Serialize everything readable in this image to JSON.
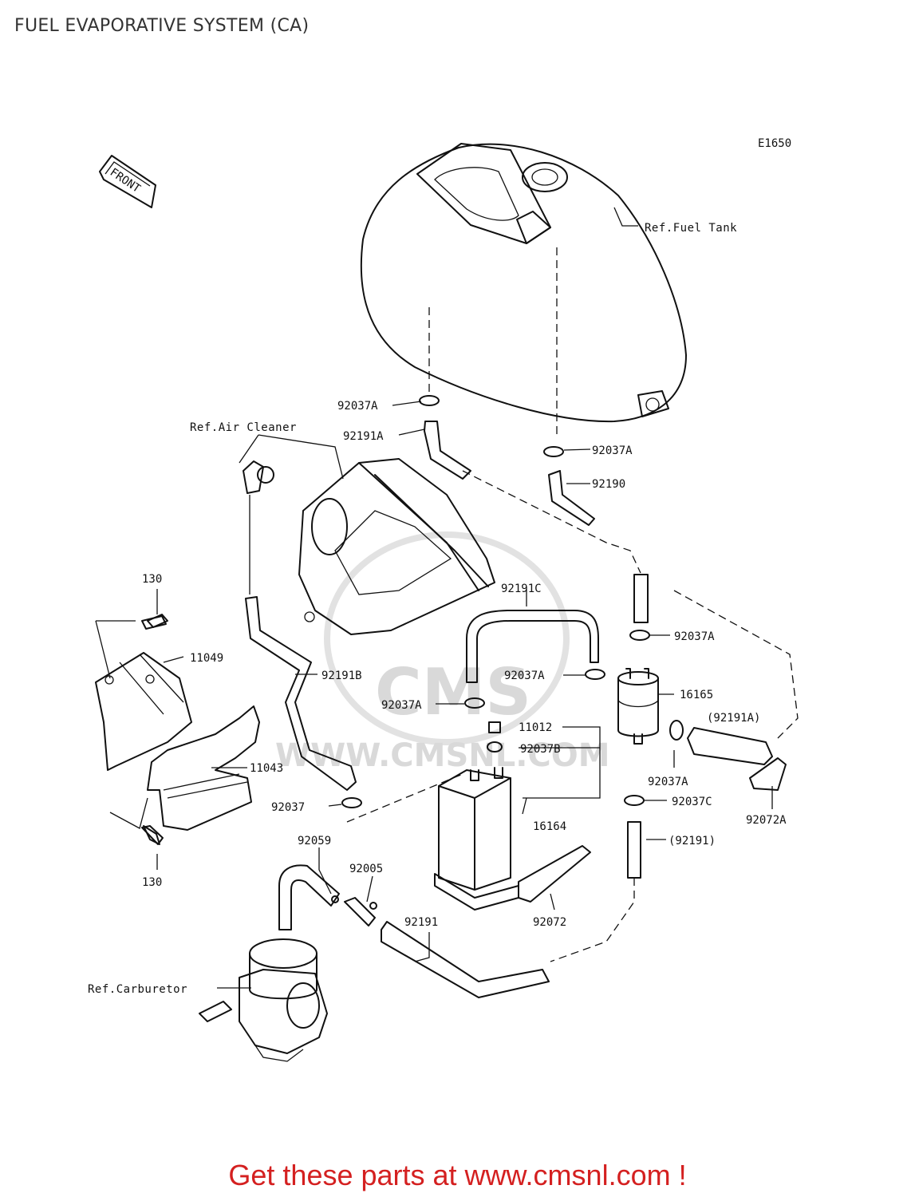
{
  "title": "FUEL EVAPORATIVE SYSTEM (CA)",
  "diagram_code": "E1650",
  "front_marker": "FRONT",
  "watermark": {
    "logo_text": "CMS",
    "url_text": "WWW.CMSNL.COM"
  },
  "references": {
    "fuel_tank": "Ref.Fuel Tank",
    "air_cleaner": "Ref.Air Cleaner",
    "carburetor": "Ref.Carburetor"
  },
  "part_labels": {
    "p130_top": "130",
    "p130_bottom": "130",
    "p11049": "11049",
    "p11043": "11043",
    "p92037A_tank": "92037A",
    "p92191A": "92191A",
    "p92037A_right": "92037A",
    "p92190": "92190",
    "p92191C": "92191C",
    "p92037A_upper": "92037A",
    "p92037A_mid": "92037A",
    "p16165": "16165",
    "p92037A_left": "92037A",
    "p11012": "11012",
    "p92037B": "92037B",
    "p92191A_paren": "(92191A)",
    "p92037A_lower": "92037A",
    "p92037C": "92037C",
    "p92072A": "92072A",
    "p92037": "92037",
    "p92191B": "92191B",
    "p16164": "16164",
    "p92191_paren": "(92191)",
    "p92059": "92059",
    "p92005": "92005",
    "p92191": "92191",
    "p92072": "92072"
  },
  "footer": "Get these parts at www.cmsnl.com !"
}
